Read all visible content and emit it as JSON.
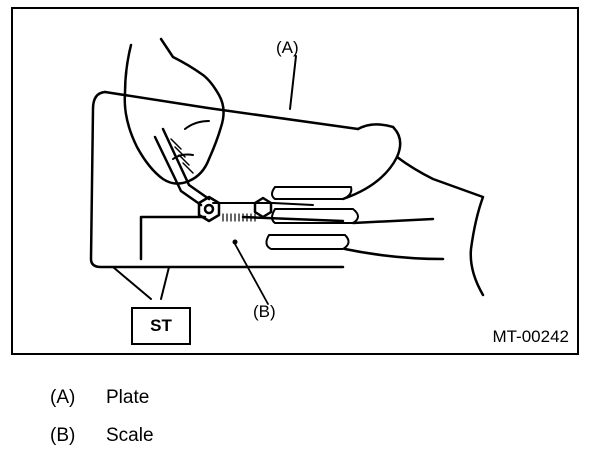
{
  "figure": {
    "id": "MT-00242",
    "tool_label": "ST",
    "callouts": {
      "a": "(A)",
      "b": "(B)"
    }
  },
  "legend": [
    {
      "key": "(A)",
      "label": "Plate"
    },
    {
      "key": "(B)",
      "label": "Scale"
    }
  ]
}
